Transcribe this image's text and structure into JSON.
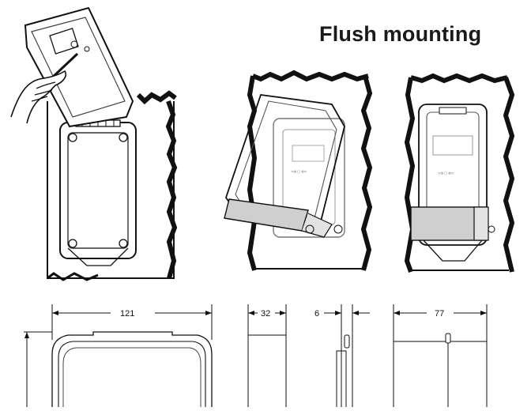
{
  "title": "Flush mounting",
  "dimensions": {
    "width": "121",
    "depth_a": "32",
    "gap": "6",
    "depth_b": "77"
  }
}
